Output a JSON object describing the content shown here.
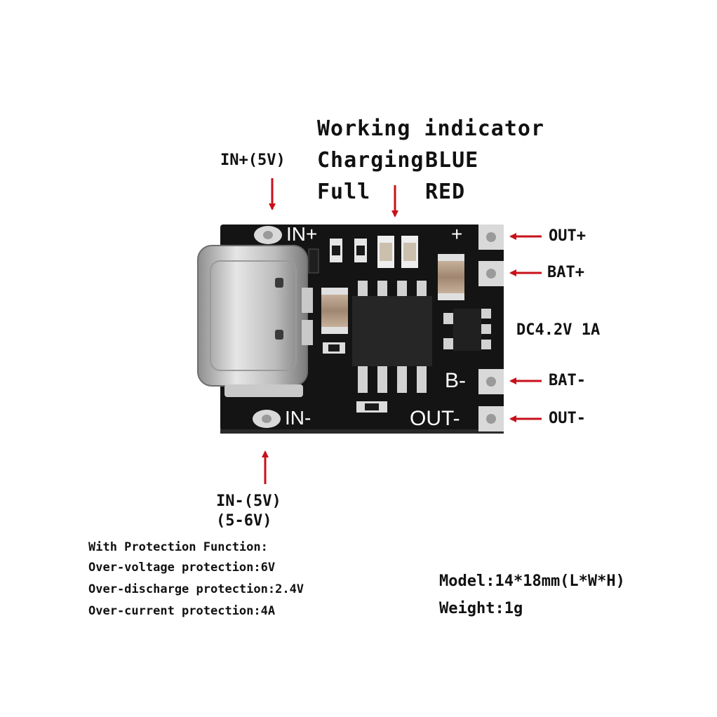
{
  "indicator": {
    "title": "Working indicator",
    "charging_label": "Charging",
    "charging_color": "BLUE",
    "full_label": "Full",
    "full_color": "RED"
  },
  "pins": {
    "in_plus": "IN+(5V)",
    "in_minus": "IN-(5V)",
    "in_minus_range": "(5-6V)",
    "out_plus": "OUT+",
    "bat_plus": "BAT+",
    "bat_minus": "BAT-",
    "out_minus": "OUT-",
    "rating": "DC4.2V 1A"
  },
  "board_silkscreen": {
    "in_plus": "IN+",
    "in_minus": "IN-",
    "plus": "+",
    "b_minus": "B-",
    "out_minus": "OUT-"
  },
  "protection": {
    "heading": "With Protection Function:",
    "lines": [
      "Over-voltage protection:6V",
      "Over-discharge protection:2.4V",
      "Over-current protection:4A"
    ]
  },
  "specs": {
    "model": "Model:14*18mm(L*W*H)",
    "weight": "Weight:1g"
  },
  "colors": {
    "arrow": "#c8101a",
    "board": "#141414",
    "pad": "#d9d9d9"
  }
}
